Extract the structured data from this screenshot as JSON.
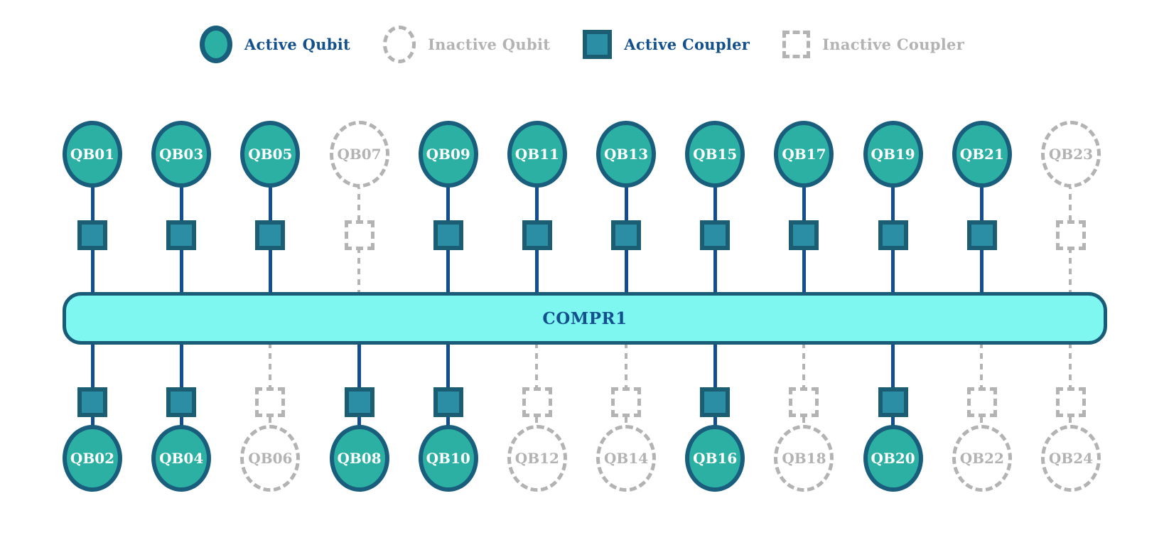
{
  "colors": {
    "active_qubit_fill": "#2cb0a3",
    "active_qubit_border": "#1a5e7e",
    "active_coupler_fill": "#2b8ea4",
    "active_coupler_border": "#1b5d73",
    "line_active": "#134f90",
    "inactive_gray": "#b3b3b3",
    "bus_fill": "#7ef7f0",
    "bus_border": "#1a5b78",
    "label_navy": "#14508c",
    "qubit_label_color": "#ffffff"
  },
  "legend": {
    "items": [
      {
        "label": "Active Qubit",
        "type": "qubit",
        "state": "active"
      },
      {
        "label": "Inactive Qubit",
        "type": "qubit",
        "state": "inactive"
      },
      {
        "label": "Active Coupler",
        "type": "coupler",
        "state": "active"
      },
      {
        "label": "Inactive Coupler",
        "type": "coupler",
        "state": "inactive"
      }
    ]
  },
  "bus": {
    "label": "COMPR1"
  },
  "columns": [
    {
      "top": {
        "label": "QB01",
        "active": true,
        "coupler_active": true
      },
      "bottom": {
        "label": "QB02",
        "active": true,
        "coupler_active": true
      }
    },
    {
      "top": {
        "label": "QB03",
        "active": true,
        "coupler_active": true
      },
      "bottom": {
        "label": "QB04",
        "active": true,
        "coupler_active": true
      }
    },
    {
      "top": {
        "label": "QB05",
        "active": true,
        "coupler_active": true
      },
      "bottom": {
        "label": "QB06",
        "active": false,
        "coupler_active": false
      }
    },
    {
      "top": {
        "label": "QB07",
        "active": false,
        "coupler_active": false
      },
      "bottom": {
        "label": "QB08",
        "active": true,
        "coupler_active": true
      }
    },
    {
      "top": {
        "label": "QB09",
        "active": true,
        "coupler_active": true
      },
      "bottom": {
        "label": "QB10",
        "active": true,
        "coupler_active": true
      }
    },
    {
      "top": {
        "label": "QB11",
        "active": true,
        "coupler_active": true
      },
      "bottom": {
        "label": "QB12",
        "active": false,
        "coupler_active": false
      }
    },
    {
      "top": {
        "label": "QB13",
        "active": true,
        "coupler_active": true
      },
      "bottom": {
        "label": "QB14",
        "active": false,
        "coupler_active": false
      }
    },
    {
      "top": {
        "label": "QB15",
        "active": true,
        "coupler_active": true
      },
      "bottom": {
        "label": "QB16",
        "active": true,
        "coupler_active": true
      }
    },
    {
      "top": {
        "label": "QB17",
        "active": true,
        "coupler_active": true
      },
      "bottom": {
        "label": "QB18",
        "active": false,
        "coupler_active": false
      }
    },
    {
      "top": {
        "label": "QB19",
        "active": true,
        "coupler_active": true
      },
      "bottom": {
        "label": "QB20",
        "active": true,
        "coupler_active": true
      }
    },
    {
      "top": {
        "label": "QB21",
        "active": true,
        "coupler_active": true
      },
      "bottom": {
        "label": "QB22",
        "active": false,
        "coupler_active": false
      }
    },
    {
      "top": {
        "label": "QB23",
        "active": false,
        "coupler_active": false
      },
      "bottom": {
        "label": "QB24",
        "active": false,
        "coupler_active": false
      }
    }
  ]
}
